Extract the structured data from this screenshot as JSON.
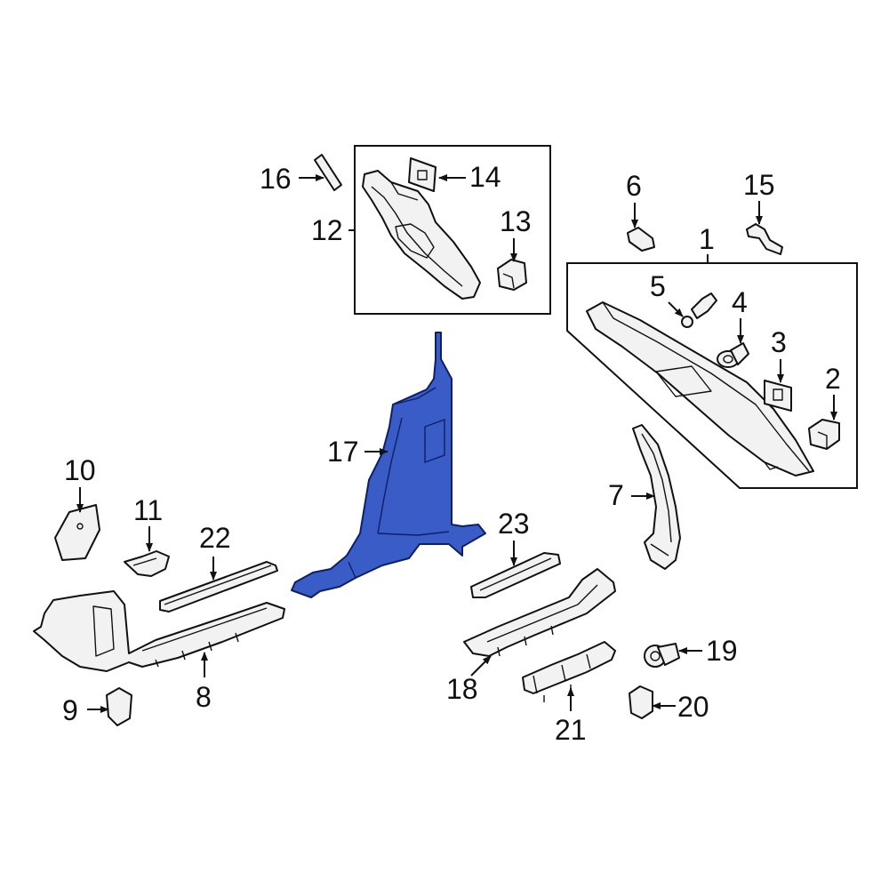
{
  "callouts": {
    "c1": "1",
    "c2": "2",
    "c3": "3",
    "c4": "4",
    "c5": "5",
    "c6": "6",
    "c7": "7",
    "c8": "8",
    "c9": "9",
    "c10": "10",
    "c11": "11",
    "c12": "12",
    "c13": "13",
    "c14": "14",
    "c15": "15",
    "c16": "16",
    "c17": "17",
    "c18": "18",
    "c19": "19",
    "c20": "20",
    "c21": "21",
    "c22": "22",
    "c23": "23"
  },
  "colors": {
    "highlight": "#3a5cc6",
    "line": "#111111",
    "part_fill": "#f2f2f2"
  },
  "highlighted_part": "17"
}
